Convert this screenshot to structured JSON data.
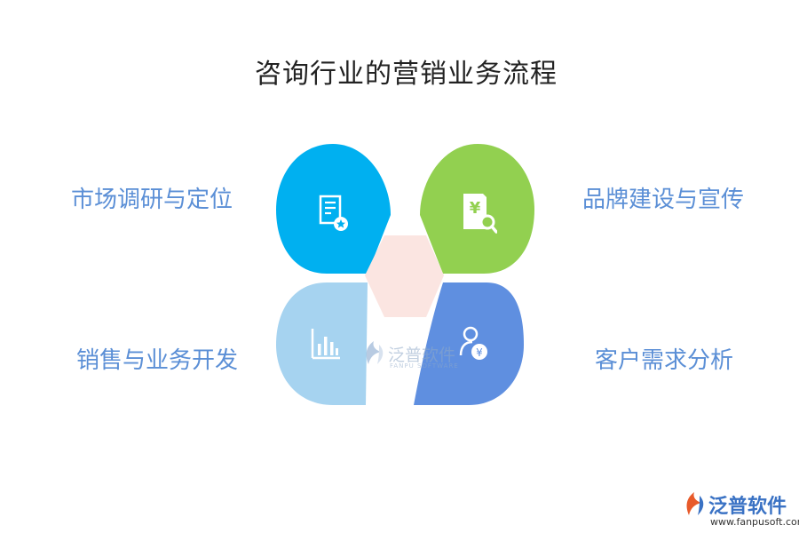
{
  "title": "咨询行业的营销业务流程",
  "steps": [
    {
      "label": "市场调研与定位",
      "color": "#00b0f0",
      "icon": "document-badge-icon"
    },
    {
      "label": "品牌建设与宣传",
      "color": "#92d050",
      "icon": "yen-receipt-search-icon"
    },
    {
      "label": "销售与业务开发",
      "color": "#a6d3f0",
      "icon": "bar-chart-icon"
    },
    {
      "label": "客户需求分析",
      "color": "#5f8fe0",
      "icon": "person-yen-icon"
    }
  ],
  "center_color": "#fbe5e1",
  "watermark": {
    "text": "泛普软件",
    "sub": "FANPU SOFTWARE"
  },
  "brand": {
    "name": "泛普软件",
    "url": "www.fanpusoft.com"
  }
}
